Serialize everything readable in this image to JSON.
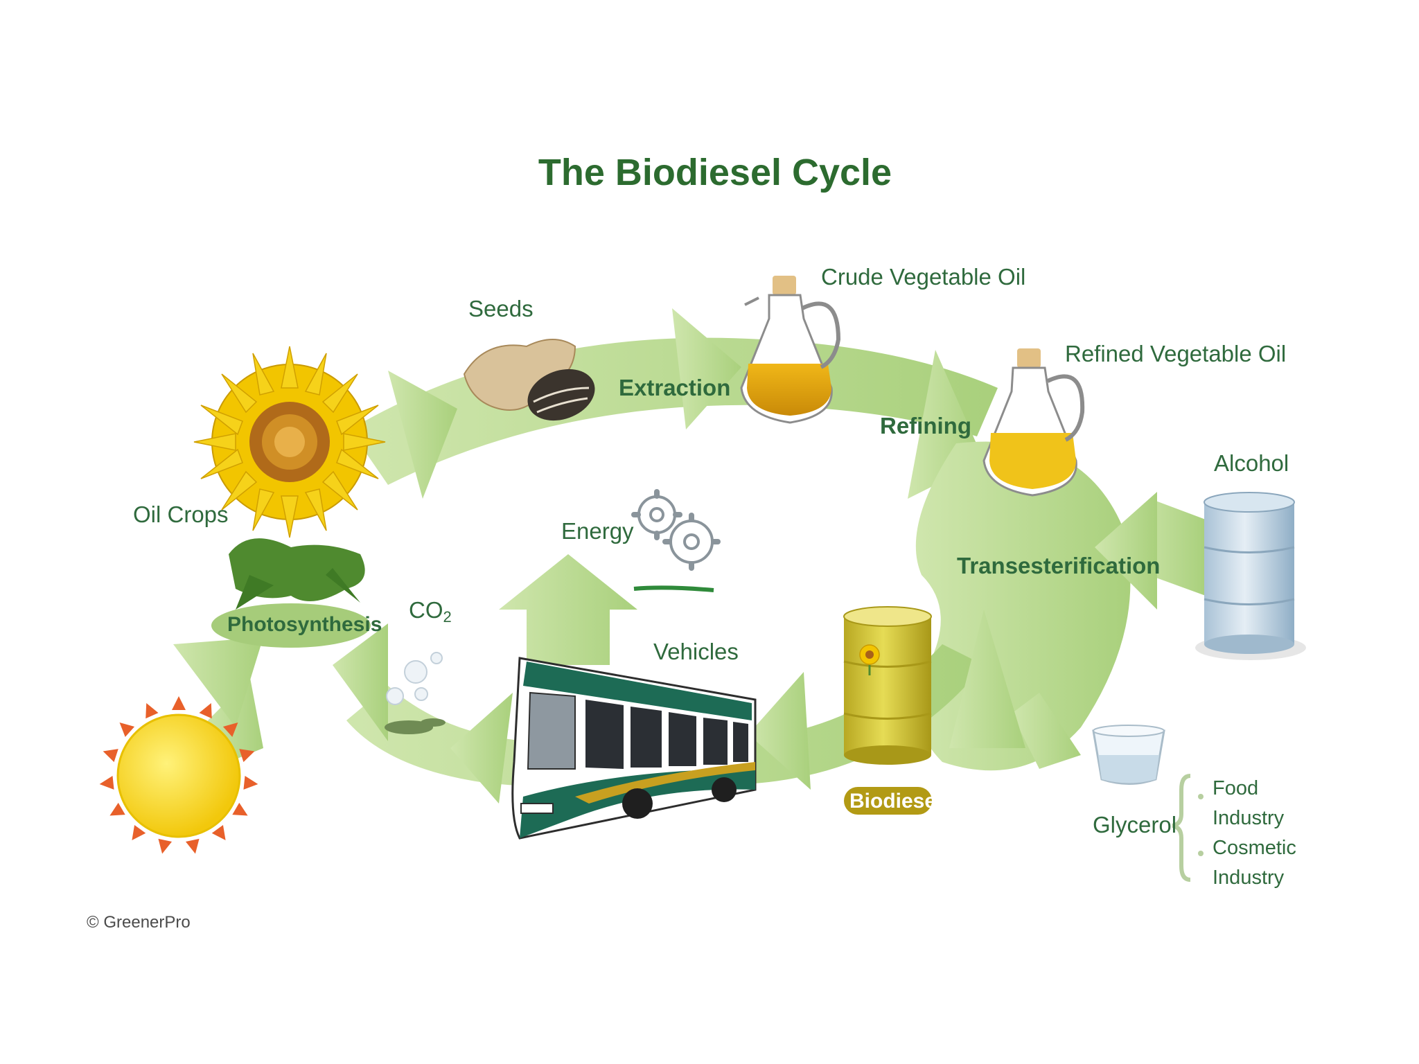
{
  "title": "The Biodiesel Cycle",
  "labels": {
    "seeds": "Seeds",
    "extraction": "Extraction",
    "crude_oil": "Crude Vegetable Oil",
    "refining": "Refining",
    "refined_oil": "Refined Vegetable Oil",
    "alcohol": "Alcohol",
    "transesterification": "Transesterification",
    "glycerol": "Glycerol",
    "glycerol_uses": [
      "Food",
      "Industry",
      "Cosmetic",
      "Industry"
    ],
    "biodiesel": "Biodiesel",
    "vehicles": "Vehicles",
    "energy": "Energy",
    "co2_main": "CO",
    "co2_sub": "2",
    "photosynthesis": "Photosynthesis",
    "oil_crops": "Oil Crops"
  },
  "copyright": "© GreenerPro",
  "colors": {
    "arrow_green": "#b9d98f",
    "title_green": "#2c6b2f",
    "label_green": "#2f6a3d",
    "oil_amber": "#e0a510",
    "sun_yellow": "#f5d018",
    "barrel_blue": "#c9dbe8",
    "barrel_yellow": "#d8cc3a",
    "bus_green": "#1d6b55"
  },
  "icons": [
    "sunflower-icon",
    "seeds-icon",
    "oil-jug-icon",
    "alcohol-barrel-icon",
    "glycerol-cup-icon",
    "biodiesel-barrel-icon",
    "bus-icon",
    "gears-icon",
    "co2-bubbles-icon",
    "sun-icon"
  ]
}
